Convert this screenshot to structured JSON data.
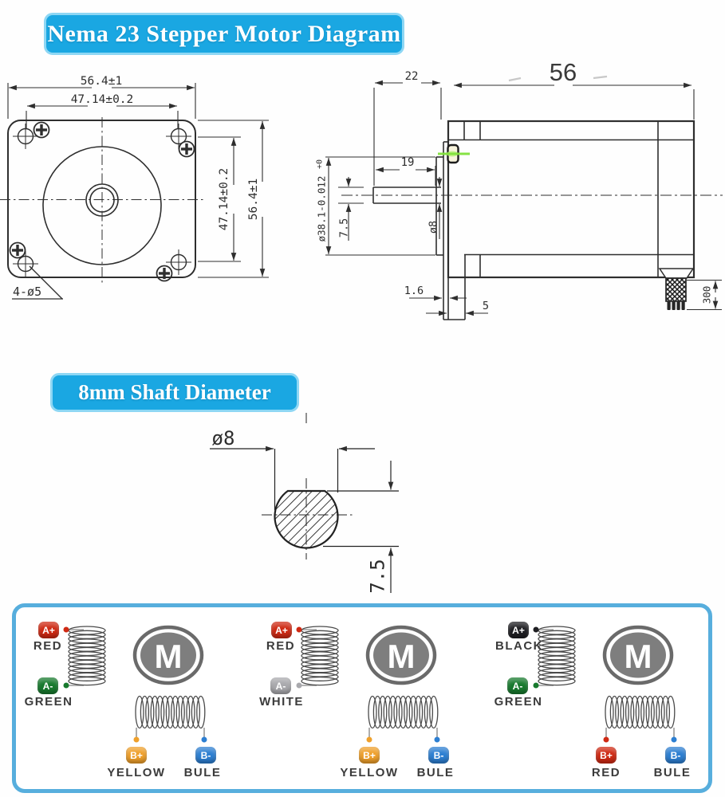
{
  "banners": {
    "title": "Nema 23 Stepper Motor Diagram",
    "shaft": "8mm Shaft Diameter"
  },
  "front_view": {
    "dim_top_outer": "56.4±1",
    "dim_top_inner": "47.14±0.2",
    "dim_right_inner": "47.14±0.2",
    "dim_right_outer": "56.4±1",
    "holes_label": "4-ø5"
  },
  "side_view": {
    "dim_front_len": "22",
    "dim_body_len": "56",
    "dim_shaft_len": "19",
    "boss_dia": "ø38.1-0.012",
    "boss_tol": "+0",
    "dim_flat": "7.5",
    "shaft_dia": "ø8",
    "flange_thk": "1.6",
    "pilot_depth": "5",
    "cable_len": "300"
  },
  "shaft_section": {
    "dia": "ø8",
    "flat": "7.5"
  },
  "wiring": {
    "motor": "M",
    "diagrams": [
      {
        "a_plus": {
          "tag": "A+",
          "name": "RED",
          "color": "#cf2a14"
        },
        "a_minus": {
          "tag": "A-",
          "name": "GREEN",
          "color": "#187a2e"
        },
        "b_plus": {
          "tag": "B+",
          "name": "YELLOW",
          "color": "#efa02b"
        },
        "b_minus": {
          "tag": "B-",
          "name": "BULE",
          "color": "#2d7fd2"
        }
      },
      {
        "a_plus": {
          "tag": "A+",
          "name": "RED",
          "color": "#cf2a14"
        },
        "a_minus": {
          "tag": "A-",
          "name": "WHITE",
          "color": "#a9a9ad"
        },
        "b_plus": {
          "tag": "B+",
          "name": "YELLOW",
          "color": "#efa02b"
        },
        "b_minus": {
          "tag": "B-",
          "name": "BULE",
          "color": "#2d7fd2"
        }
      },
      {
        "a_plus": {
          "tag": "A+",
          "name": "BLACK",
          "color": "#1f1f23"
        },
        "a_minus": {
          "tag": "A-",
          "name": "GREEN",
          "color": "#187a2e"
        },
        "b_plus": {
          "tag": "B+",
          "name": "RED",
          "color": "#cf2a14"
        },
        "b_minus": {
          "tag": "B-",
          "name": "BULE",
          "color": "#2d7fd2"
        }
      }
    ]
  }
}
